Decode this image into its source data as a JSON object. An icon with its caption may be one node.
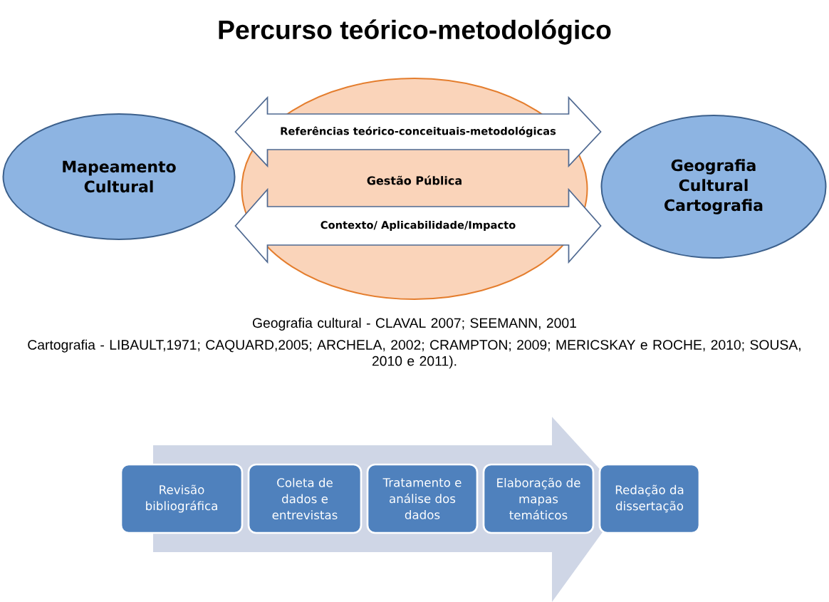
{
  "diagram": {
    "title": "Percurso teórico-metodológico",
    "nodes": [
      {
        "text": [
          "Mapeamento Cultural"
        ]
      },
      {
        "text": [
          "Gestão Pública"
        ]
      },
      {
        "text": [
          "Geografia Cultural Cartografia"
        ]
      },
      {
        "text": [
          "Revisão bibliográfica"
        ]
      },
      {
        "text": [
          "Coleta de dados e entrevistas"
        ]
      },
      {
        "text": [
          "Tratamento e análise dos dados"
        ]
      },
      {
        "text": [
          "Elaboração de mapas temáticos"
        ]
      },
      {
        "text": [
          "Redação da dissertação"
        ]
      }
    ],
    "edges": [
      {
        "from": 0,
        "to": 2,
        "arrow": "both",
        "label": "Referências teórico-conceituais-metodológicas"
      },
      {
        "from": 0,
        "to": 2,
        "arrow": "both",
        "label": "Contexto/ Aplicabilidade/Impacto"
      }
    ],
    "labels": [
      "Geografia cultural - CLAVAL 2007; SEEMANN, 2001",
      "Cartografia - LIBAULT,1971; CAQUARD,2005; ARCHELA, 2002; CRAMPTON; 2009; MERICSKAY e ROCHE, 2010; SOUSA, 2010 e 2011)."
    ]
  }
}
